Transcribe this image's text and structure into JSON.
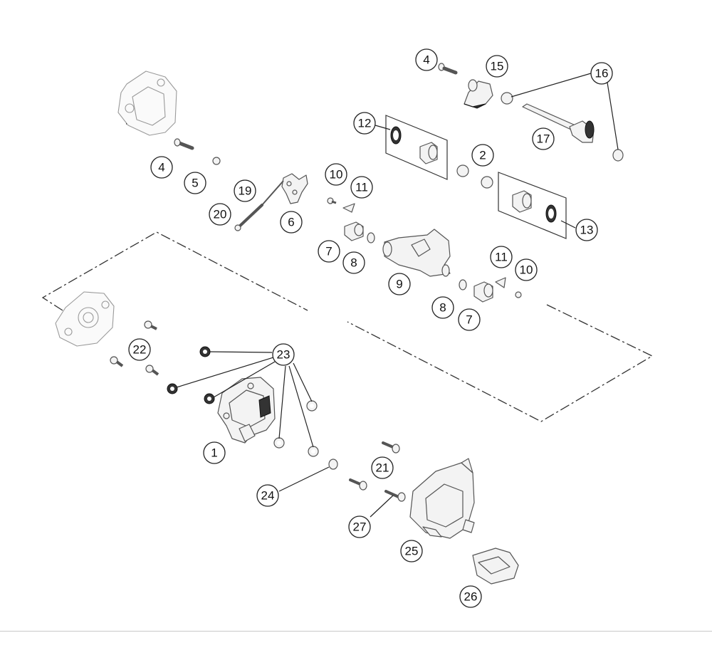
{
  "callouts": [
    {
      "label": "1"
    },
    {
      "label": "2"
    },
    {
      "label": "4"
    },
    {
      "label": "4"
    },
    {
      "label": "5"
    },
    {
      "label": "6"
    },
    {
      "label": "7"
    },
    {
      "label": "7"
    },
    {
      "label": "8"
    },
    {
      "label": "8"
    },
    {
      "label": "9"
    },
    {
      "label": "10"
    },
    {
      "label": "10"
    },
    {
      "label": "11"
    },
    {
      "label": "11"
    },
    {
      "label": "12"
    },
    {
      "label": "13"
    },
    {
      "label": "15"
    },
    {
      "label": "16"
    },
    {
      "label": "17"
    },
    {
      "label": "19"
    },
    {
      "label": "20"
    },
    {
      "label": "21"
    },
    {
      "label": "22"
    },
    {
      "label": "23"
    },
    {
      "label": "24"
    },
    {
      "label": "25"
    },
    {
      "label": "26"
    },
    {
      "label": "27"
    }
  ]
}
